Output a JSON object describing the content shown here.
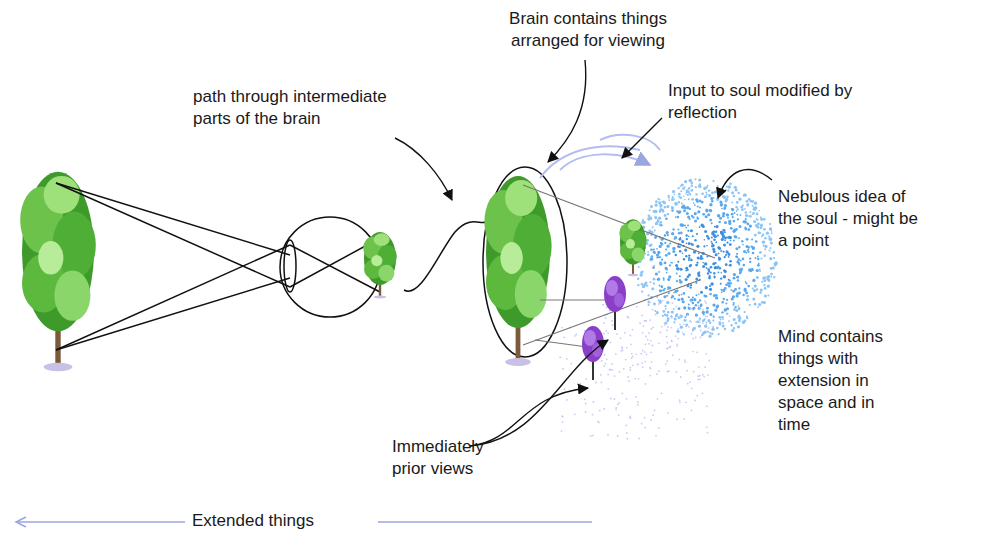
{
  "diagram": {
    "labels": [
      "Brain contains things arranged for viewing",
      "path through intermediate parts of the brain",
      "Input to soul modified by reflection",
      "Nebulous idea of the soul - might be a point",
      "Mind contains things with extension in space and in time",
      "Immediately prior views",
      "Extended things"
    ]
  }
}
